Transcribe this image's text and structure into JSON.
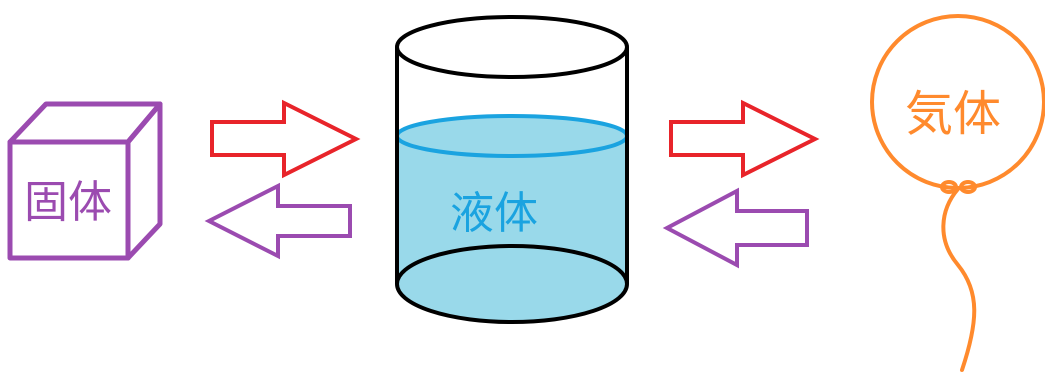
{
  "labels": {
    "solid": "固体",
    "liquid": "液体",
    "gas": "気体"
  },
  "colors": {
    "solid": "#9b4bb0",
    "liquid_text": "#1aa3e0",
    "liquid_fill": "#99d9ea",
    "liquid_surface": "#1aa3e0",
    "cylinder_outline": "#000000",
    "gas": "#ff8a2d",
    "arrow_forward": "#e8242a",
    "arrow_backward": "#9b4bb0"
  },
  "icons": {
    "solid": "cube-icon",
    "liquid": "cylinder-container-icon",
    "gas": "balloon-icon",
    "arrow_forward": "right-arrow-icon",
    "arrow_backward": "left-arrow-icon"
  }
}
